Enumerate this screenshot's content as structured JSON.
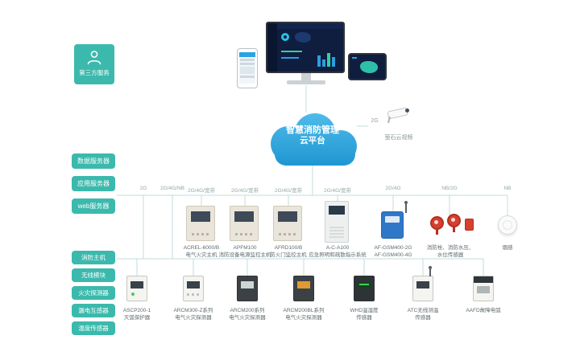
{
  "colors": {
    "teal": "#3bb9ac",
    "cloud_blue_top": "#54bfeb",
    "cloud_blue_bottom": "#1b93d0",
    "connector_line": "#c2dcdc",
    "device_red": "#d6402f",
    "gateway_blue": "#2f78c8"
  },
  "third_party": {
    "label": "第三方服务"
  },
  "cloud": {
    "line1": "智慧消防管理",
    "line2": "云平台"
  },
  "ezviz": {
    "conn": "2G",
    "label": "萤石云视频"
  },
  "servers": {
    "items": [
      {
        "label": "数据服务器"
      },
      {
        "label": "应用服务器"
      },
      {
        "label": "web服务器"
      }
    ]
  },
  "categories": {
    "items": [
      {
        "label": "消防主机"
      },
      {
        "label": "无线模块"
      },
      {
        "label": "火灾探测器"
      },
      {
        "label": "漏电互感器"
      },
      {
        "label": "温度传感器"
      }
    ]
  },
  "trunk_conns": [
    "2G",
    "2G/4G/NB"
  ],
  "middle_devices": [
    {
      "conn": "2G/4G/宽带",
      "line1": "ACREL-6000/B",
      "line2": "电气火灾主机"
    },
    {
      "conn": "2G/4G/宽带",
      "line1": "APFM100",
      "line2": "消防设备电源监控主机"
    },
    {
      "conn": "2G/4G/宽带",
      "line1": "AFRD100/B",
      "line2": "防火门监控主机"
    },
    {
      "conn": "2G/4G/宽带",
      "line1": "A-C-A100",
      "line2": "应急照明和疏散指示系统"
    },
    {
      "conn": "2G/4G",
      "line1": "AF-GSM400-2G",
      "line2": "AF-GSM400-4G"
    },
    {
      "conn": "NB/2G",
      "line1": "消防栓、消防水压、",
      "line2": "水位传感器"
    },
    {
      "conn": "NB",
      "line1": "烟感",
      "line2": ""
    }
  ],
  "bottom_devices": [
    {
      "line1": "ASCP200-1",
      "line2": "灭弧保护器"
    },
    {
      "line1": "ARCM300-Z系列",
      "line2": "电气火灾探测器"
    },
    {
      "line1": "ARCM200系列",
      "line2": "电气火灾探测器"
    },
    {
      "line1": "ARCM200BL系列",
      "line2": "电气火灾探测器"
    },
    {
      "line1": "WHD温湿度",
      "line2": "传感器"
    },
    {
      "line1": "ATC无线测温",
      "line2": "传感器"
    },
    {
      "line1": "AAFD故障电弧",
      "line2": ""
    }
  ]
}
